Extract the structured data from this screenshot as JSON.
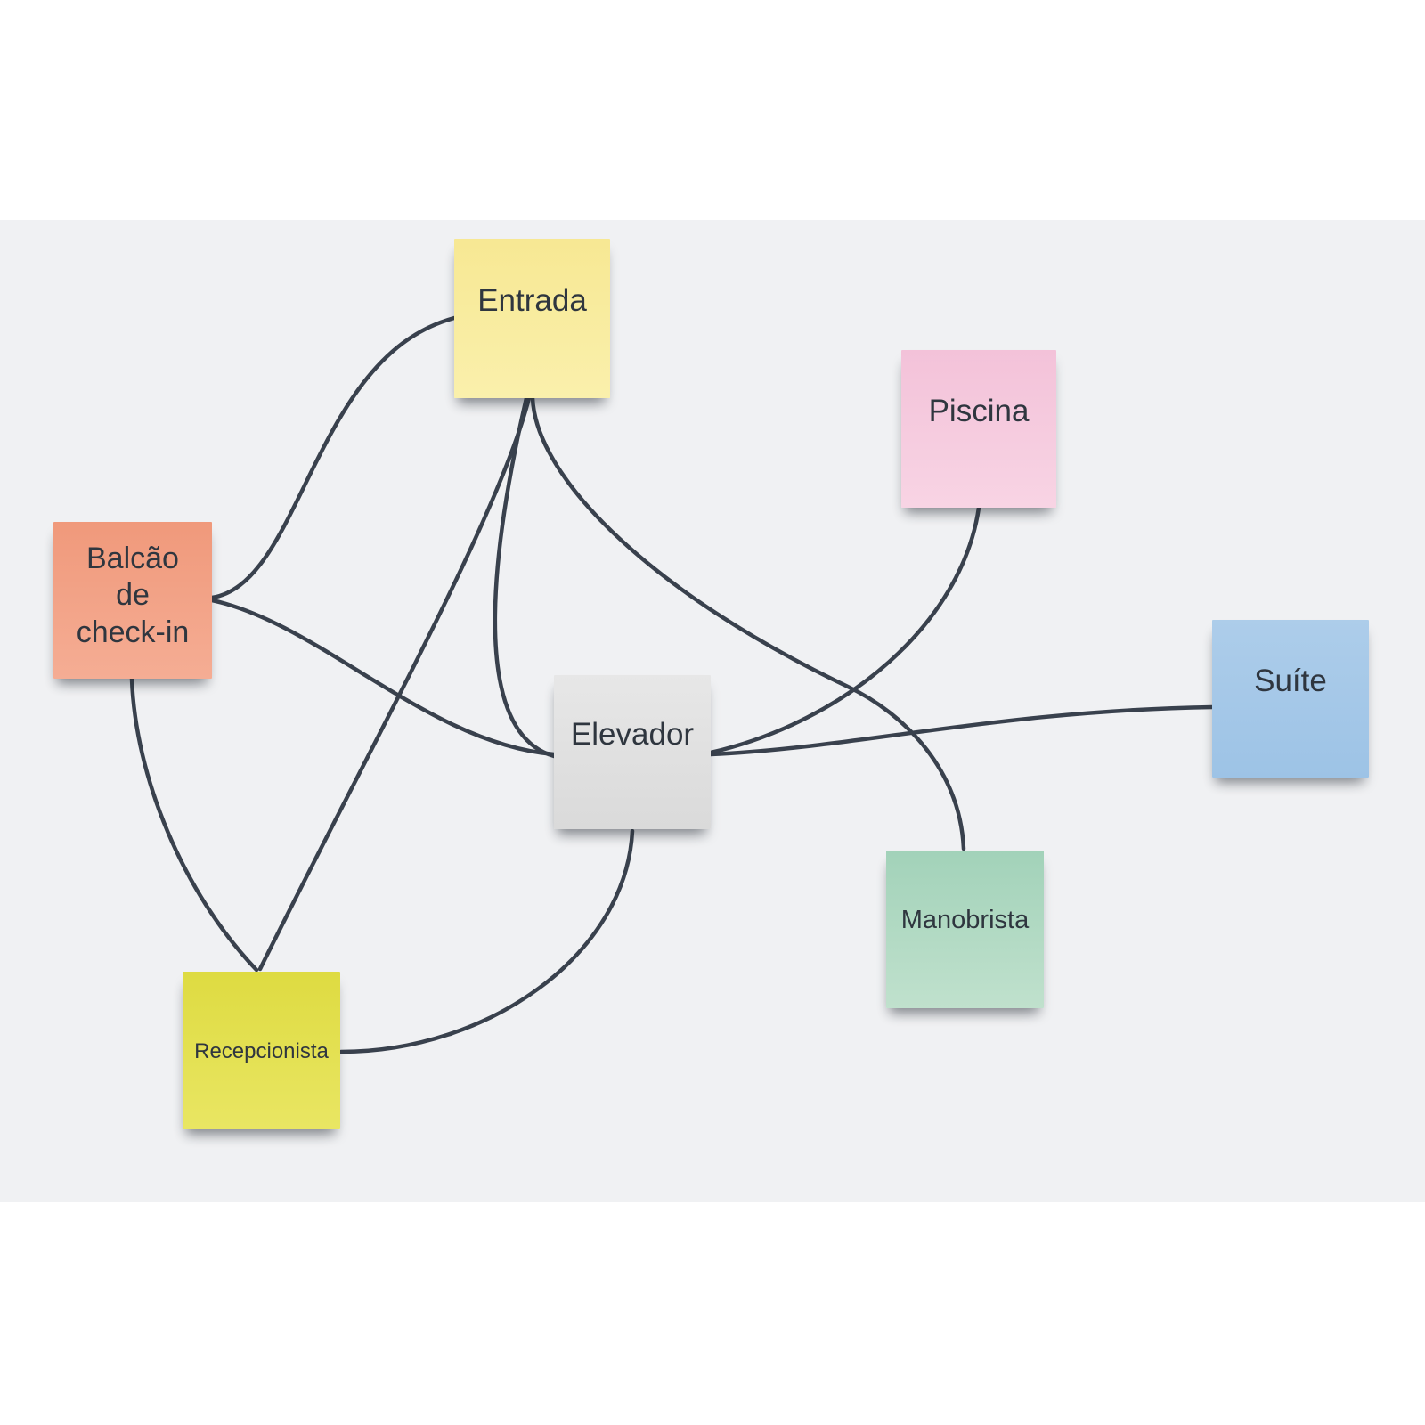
{
  "board": {
    "page_background": "#ffffff",
    "board_background": "#f0f1f3"
  },
  "diagram": {
    "edge_color": "#39414d",
    "text_color": "#2f363f",
    "notes": [
      {
        "id": "entrada",
        "label": "Entrada",
        "color_top": "#f7e893",
        "color_bottom": "#faf0ac"
      },
      {
        "id": "piscina",
        "label": "Piscina",
        "color_top": "#f3c2d9",
        "color_bottom": "#f8d4e4"
      },
      {
        "id": "balcao-de-check-in",
        "label": "Balcão\nde\ncheck-in",
        "color_top": "#f0997b",
        "color_bottom": "#f5ad94"
      },
      {
        "id": "elevador",
        "label": "Elevador",
        "color_top": "#e7e7e7",
        "color_bottom": "#dadada"
      },
      {
        "id": "suite",
        "label": "Suíte",
        "color_top": "#adcdea",
        "color_bottom": "#9dc3e6"
      },
      {
        "id": "manobrista",
        "label": "Manobrista",
        "color_top": "#a2d2b9",
        "color_bottom": "#c0e1cd"
      },
      {
        "id": "recepcionista",
        "label": "Recepcionista",
        "color_top": "#dedb41",
        "color_bottom": "#e9e663"
      }
    ],
    "edges": [
      {
        "from": "balcao-de-check-in",
        "to": "entrada"
      },
      {
        "from": "balcao-de-check-in",
        "to": "elevador"
      },
      {
        "from": "balcao-de-check-in",
        "to": "recepcionista"
      },
      {
        "from": "entrada",
        "to": "elevador"
      },
      {
        "from": "entrada",
        "to": "recepcionista"
      },
      {
        "from": "entrada",
        "to": "manobrista"
      },
      {
        "from": "piscina",
        "to": "elevador"
      },
      {
        "from": "elevador",
        "to": "suite"
      },
      {
        "from": "elevador",
        "to": "recepcionista"
      }
    ]
  }
}
